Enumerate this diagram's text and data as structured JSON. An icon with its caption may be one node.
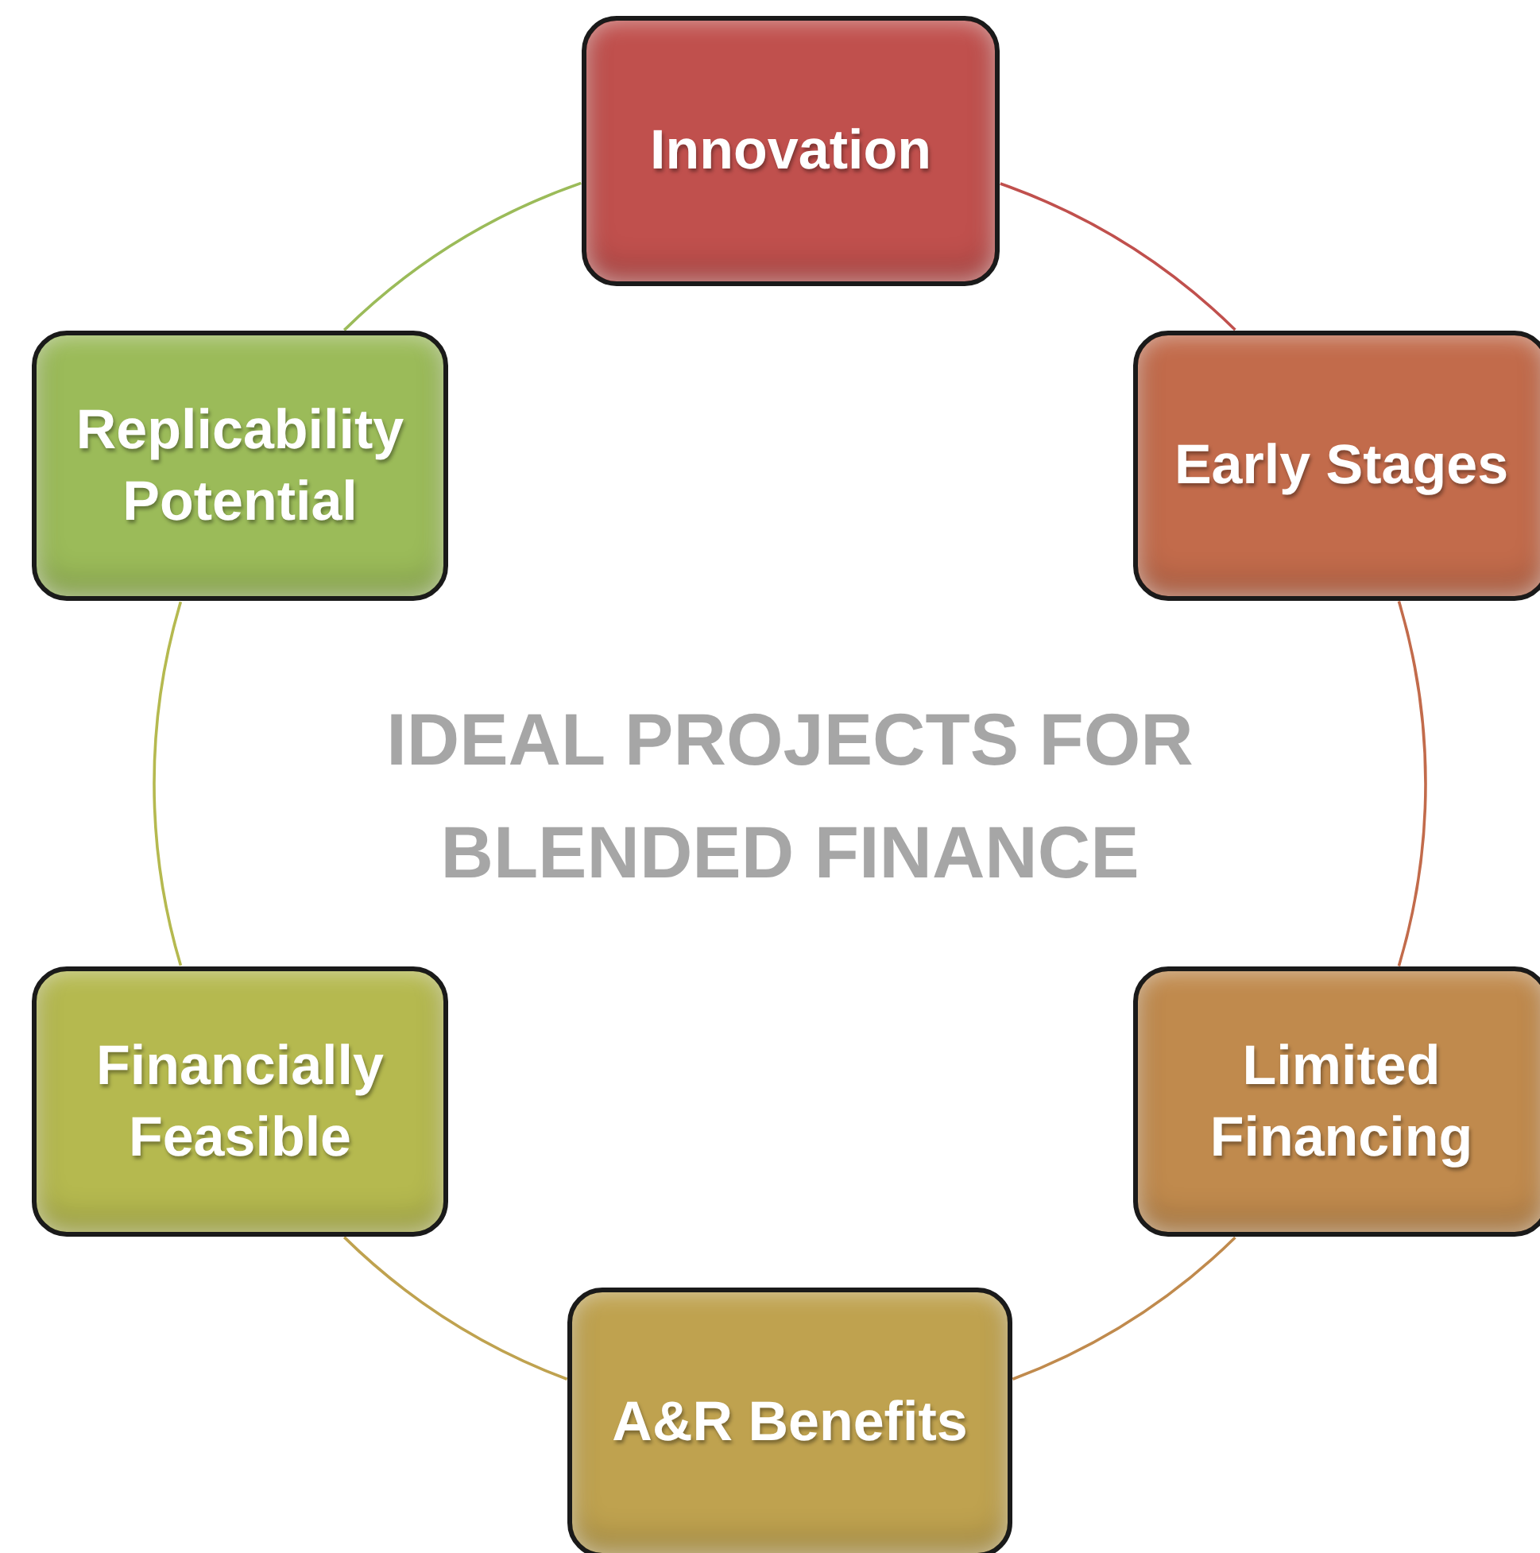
{
  "diagram": {
    "nodes": [
      {
        "text": [
          "Innovation"
        ]
      },
      {
        "text": [
          "Early Stages"
        ]
      },
      {
        "text": [
          "Limited Financing"
        ]
      },
      {
        "text": [
          "A&R Benefits"
        ]
      },
      {
        "text": [
          "Financially Feasible"
        ]
      },
      {
        "text": [
          "Replicability Potential"
        ]
      }
    ],
    "edges": [
      {
        "from": 0,
        "to": 1,
        "arrow": "none",
        "color": "#c0504d"
      },
      {
        "from": 1,
        "to": 2,
        "arrow": "none",
        "color": "#c26b4b"
      },
      {
        "from": 2,
        "to": 3,
        "arrow": "none",
        "color": "#c08a4d"
      },
      {
        "from": 3,
        "to": 4,
        "arrow": "none",
        "color": "#bfa24f"
      },
      {
        "from": 4,
        "to": 5,
        "arrow": "none",
        "color": "#b5b94f"
      },
      {
        "from": 5,
        "to": 0,
        "arrow": "none",
        "color": "#9bbb59"
      }
    ],
    "labels": [
      "IDEAL PROJECTS FOR BLENDED FINANCE"
    ]
  }
}
